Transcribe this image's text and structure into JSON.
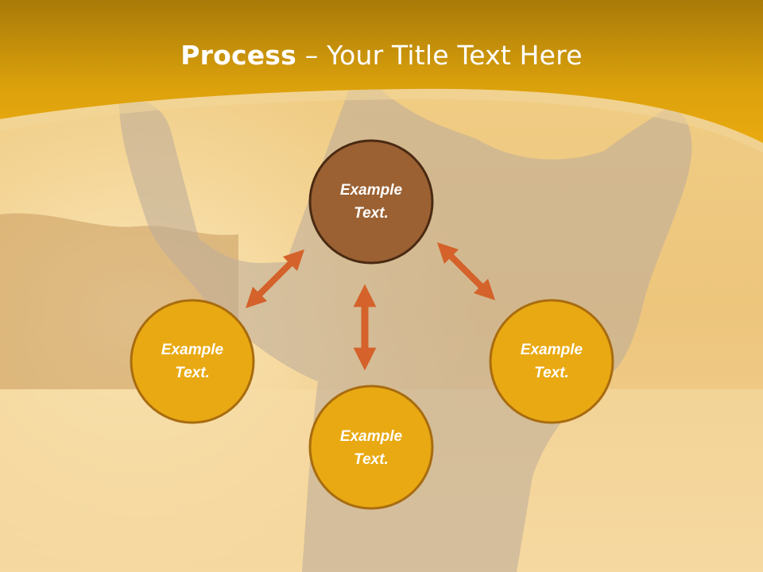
{
  "title": {
    "bold": "Process",
    "separator": " – ",
    "rest": "Your Title Text Here"
  },
  "nodes": {
    "top": {
      "line1": "Example",
      "line2": "Text."
    },
    "left": {
      "line1": "Example",
      "line2": "Text."
    },
    "right": {
      "line1": "Example",
      "line2": "Text."
    },
    "bottom": {
      "line1": "Example",
      "line2": "Text."
    }
  },
  "colors": {
    "header": "#e8a60e",
    "center_node": "#9b6133",
    "outer_node": "#e9a912",
    "arrow": "#d4622a"
  }
}
